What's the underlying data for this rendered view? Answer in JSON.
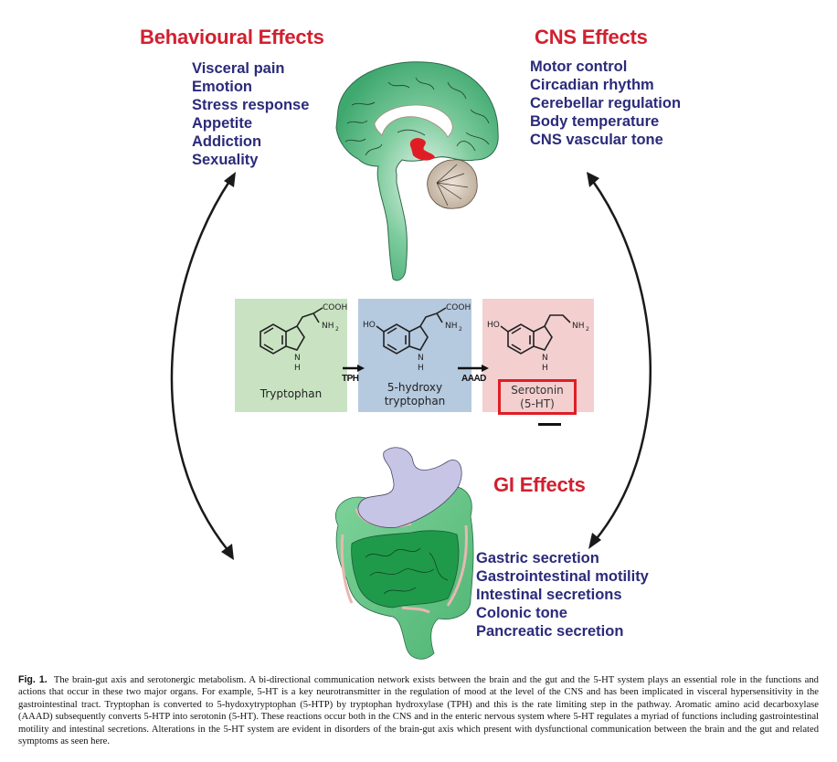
{
  "figure": {
    "behavioural": {
      "title": "Behavioural Effects",
      "items": [
        "Visceral pain",
        "Emotion",
        "Stress response",
        "Appetite",
        "Addiction",
        "Sexuality"
      ]
    },
    "cns": {
      "title": "CNS Effects",
      "items": [
        "Motor control",
        "Circadian rhythm",
        "Cerebellar regulation",
        "Body temperature",
        "CNS vascular tone"
      ]
    },
    "gi": {
      "title": "GI Effects",
      "items": [
        "Gastric secretion",
        "Gastrointestinal motility",
        "Intestinal secretions",
        "Colonic tone",
        "Pancreatic secretion"
      ]
    },
    "pathway": {
      "compounds": [
        {
          "name": "Tryptophan",
          "groups": {
            "acid": "COOH",
            "amine": "NH",
            "amine_sub": "2",
            "nh": "N",
            "h": "H"
          }
        },
        {
          "name_line1": "5-hydroxy",
          "name_line2": "tryptophan",
          "groups": {
            "acid": "COOH",
            "amine": "NH",
            "amine_sub": "2",
            "hydroxyl": "HO",
            "nh": "N",
            "h": "H"
          }
        },
        {
          "name_line1": "Serotonin",
          "name_line2": "(5-HT)",
          "groups": {
            "amine": "NH",
            "amine_sub": "2",
            "hydroxyl": "HO",
            "nh": "N",
            "h": "H"
          }
        }
      ],
      "enzymes": [
        "TPH",
        "AAAD"
      ]
    },
    "colors": {
      "title_red": "#d1202f",
      "list_navy": "#2b2a7a",
      "brain_green": "#3fae75",
      "highlight_red": "#e01d25"
    },
    "caption": {
      "label": "Fig. 1.",
      "text": "The brain-gut axis and serotonergic metabolism. A bi-directional communication network exists between the brain and the gut and the 5-HT system plays an essential role in the functions and actions that occur in these two major organs. For example, 5-HT is a key neurotransmitter in the regulation of mood at the level of the CNS and has been implicated in visceral hypersensitivity in the gastrointestinal tract. Tryptophan is converted to 5-hydoxytryptophan (5-HTP) by tryptophan hydroxylase (TPH) and this is the rate limiting step in the pathway. Aromatic amino acid decarboxylase (AAAD) subsequently converts 5-HTP into serotonin (5-HT). These reactions occur both in the CNS and in the enteric nervous system where 5-HT regulates a myriad of functions including gastrointestinal motility and intestinal secretions. Alterations in the 5-HT system are evident in disorders of the brain-gut axis which present with dysfunctional communication between the brain and the gut and related symptoms as seen here."
    }
  }
}
